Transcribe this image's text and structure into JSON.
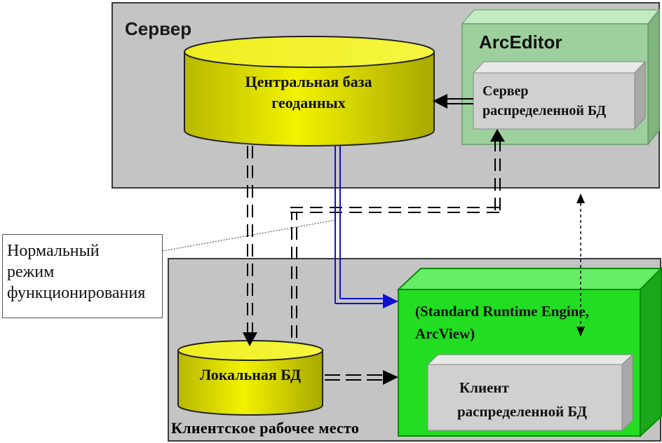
{
  "server": {
    "title": "Сервер"
  },
  "central_db": {
    "line1": "Центральная база",
    "line2": "геоданных"
  },
  "arceditor": {
    "title": "ArcEditor"
  },
  "server_db": {
    "line1": "Сервер",
    "line2": "распределенной БД"
  },
  "note": {
    "line1": "Нормальный",
    "line2": "режим",
    "line3": "функционирования"
  },
  "client": {
    "title": "Клиентское рабочее место"
  },
  "local_db": {
    "label": "Локальная БД"
  },
  "runtime": {
    "line1": "(Standard Runtime Engine,",
    "line2": "ArcView)"
  },
  "client_db": {
    "line1": "Клиент",
    "line2": "распределенной БД"
  },
  "colors": {
    "panel": "#c4c4c4",
    "yellow": "#e6e600",
    "light_green": "#9ed09e",
    "bright_green": "#22dd22",
    "arrow_blue": "#1010d0"
  }
}
